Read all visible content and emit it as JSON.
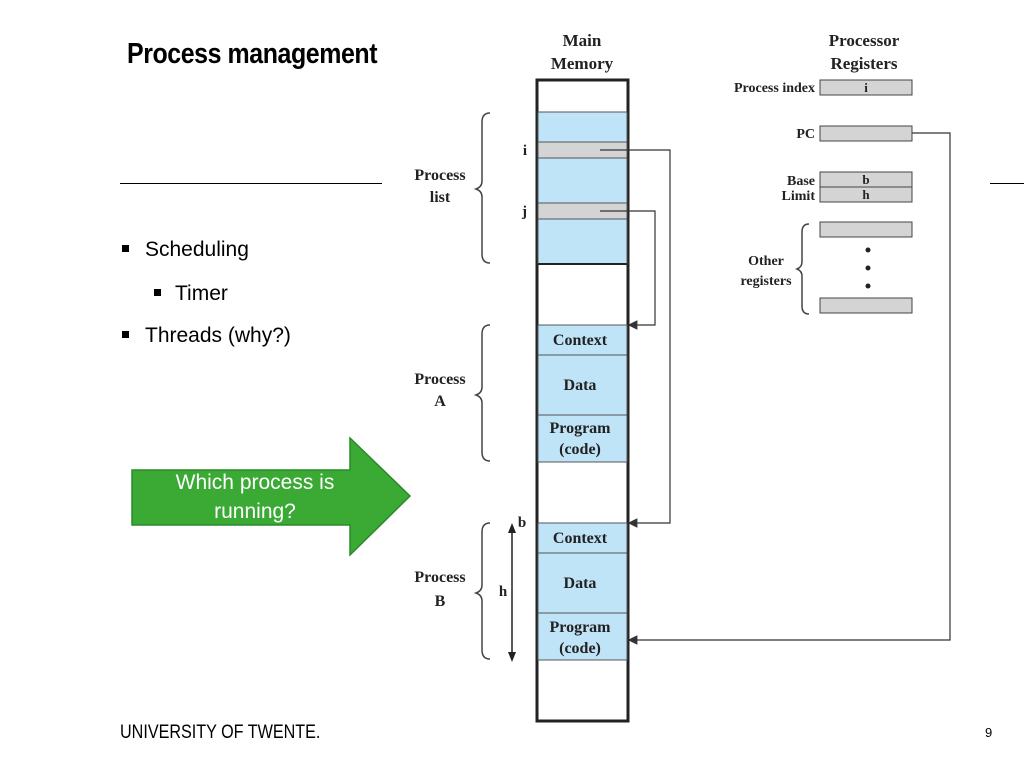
{
  "slide": {
    "title": "Process management",
    "bullets": [
      {
        "text": "Scheduling",
        "level": 1
      },
      {
        "text": "Timer",
        "level": 2
      },
      {
        "text": "Threads (why?)",
        "level": 1
      }
    ],
    "callout": "Which process is running?",
    "footer": "UNIVERSITY OF TWENTE.",
    "page_number": "9"
  },
  "diagram": {
    "main_memory_label": [
      "Main",
      "Memory"
    ],
    "processor_label": [
      "Processor",
      "Registers"
    ],
    "register_labels": {
      "process_index": "Process index",
      "process_index_value": "i",
      "pc": "PC",
      "base": "Base",
      "base_value": "b",
      "limit": "Limit",
      "limit_value": "h",
      "other": [
        "Other",
        "registers"
      ]
    },
    "process_list_label": [
      "Process",
      "list"
    ],
    "process_a_label": [
      "Process",
      "A"
    ],
    "process_b_label": [
      "Process",
      "B"
    ],
    "row_labels": {
      "i": "i",
      "j": "j",
      "b": "b",
      "h": "h"
    },
    "blocks": {
      "context": "Context",
      "data": "Data",
      "program": [
        "Program",
        "(code)"
      ]
    },
    "colors": {
      "memory_fill": "#bfe3f7",
      "gray_fill": "#d4d4d4",
      "green": "#3aaa35",
      "green_border": "#2a8a2a"
    }
  }
}
